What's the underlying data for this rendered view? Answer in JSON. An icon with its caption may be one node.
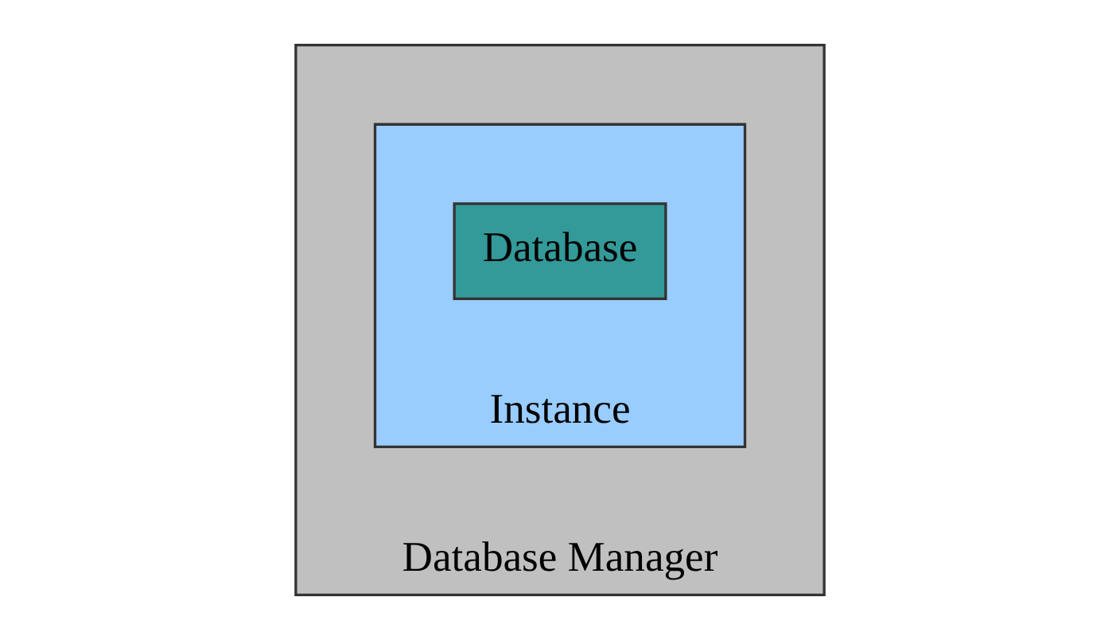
{
  "diagram": {
    "nodes": [
      {
        "text": [
          "Database Manager"
        ]
      },
      {
        "text": [
          "Instance"
        ],
        "in": 0
      },
      {
        "text": [
          "Database"
        ],
        "in": 1
      }
    ]
  }
}
